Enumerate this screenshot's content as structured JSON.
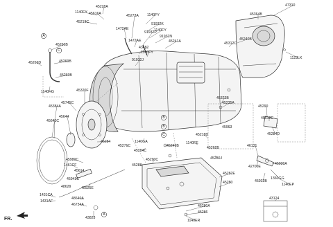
{
  "labels": [
    "45228A",
    "45616A",
    "1140FY",
    "45273A",
    "45219C",
    "1472AE",
    "91932P",
    "1140FY",
    "91932K",
    "1140FY",
    "91932N",
    "45241A",
    "1472AE",
    "43482",
    "1140FY",
    "91932J",
    "45266B",
    "45269B",
    "45266D",
    "45269B",
    "1140HG",
    "45312C",
    "45240B",
    "45364B",
    "47310",
    "45320F",
    "45745C",
    "45384A",
    "45644",
    "45643C",
    "45323B",
    "45235A",
    "45290",
    "45612C",
    "45284D",
    "45284",
    "45271C",
    "45284C",
    "45249B",
    "45218D",
    "1140FE",
    "45262B",
    "45963",
    "45260J",
    "1140GA",
    "45980C",
    "1461CF",
    "45614",
    "46131",
    "42700E",
    "45939A",
    "1360GG",
    "45932B",
    "1140EP",
    "45943C",
    "48629",
    "45925E",
    "1431CA",
    "1431AF",
    "48640A",
    "46734A",
    "43823",
    "45288",
    "45290C",
    "45282E",
    "45280",
    "45280A",
    "45286",
    "1140ER",
    "1123LK",
    "43124"
  ],
  "callouts": [
    "A",
    "B",
    "C",
    "A",
    "B",
    "C"
  ],
  "fr_label": "FR."
}
